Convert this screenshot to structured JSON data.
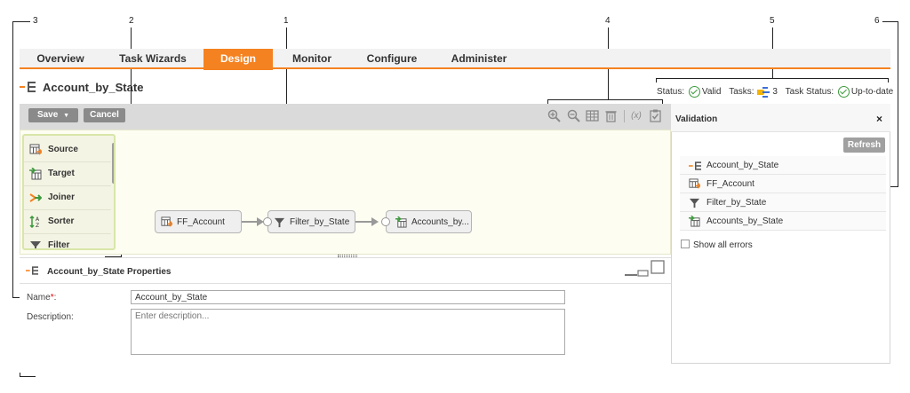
{
  "callouts": [
    "1",
    "2",
    "3",
    "4",
    "5",
    "6"
  ],
  "nav": {
    "tabs": [
      {
        "label": "Overview"
      },
      {
        "label": "Task Wizards"
      },
      {
        "label": "Design"
      },
      {
        "label": "Monitor"
      },
      {
        "label": "Configure"
      },
      {
        "label": "Administer"
      }
    ],
    "active_tab": "Design",
    "accent_color": "#f58220"
  },
  "mapping": {
    "title": "Account_by_State"
  },
  "status": {
    "status_label": "Status:",
    "status_value": "Valid",
    "tasks_label": "Tasks:",
    "tasks_value": "3",
    "task_status_label": "Task Status:",
    "task_status_value": "Up-to-date"
  },
  "toolbar": {
    "save_label": "Save",
    "cancel_label": "Cancel",
    "expression_label": "(x)"
  },
  "palette": {
    "items": [
      {
        "label": "Source",
        "icon": "source-icon"
      },
      {
        "label": "Target",
        "icon": "target-icon"
      },
      {
        "label": "Joiner",
        "icon": "joiner-icon"
      },
      {
        "label": "Sorter",
        "icon": "sorter-icon"
      },
      {
        "label": "Filter",
        "icon": "filter-icon"
      }
    ]
  },
  "canvas": {
    "nodes": [
      {
        "label": "FF_Account",
        "icon": "source-icon"
      },
      {
        "label": "Filter_by_State",
        "icon": "filter-icon"
      },
      {
        "label": "Accounts_by...",
        "icon": "target-icon"
      }
    ]
  },
  "properties": {
    "title": "Account_by_State Properties",
    "name_label": "Name",
    "name_required": "*",
    "name_colon": ":",
    "name_value": "Account_by_State",
    "description_label": "Description:",
    "description_placeholder": "Enter description..."
  },
  "validation": {
    "title": "Validation",
    "close_glyph": "×",
    "refresh_label": "Refresh",
    "items": [
      {
        "label": "Account_by_State",
        "icon": "mapping-icon"
      },
      {
        "label": "FF_Account",
        "icon": "source-icon"
      },
      {
        "label": "Filter_by_State",
        "icon": "filter-icon"
      },
      {
        "label": "Accounts_by_State",
        "icon": "target-icon"
      }
    ],
    "show_all_errors_label": "Show all errors",
    "show_all_errors_checked": false
  }
}
